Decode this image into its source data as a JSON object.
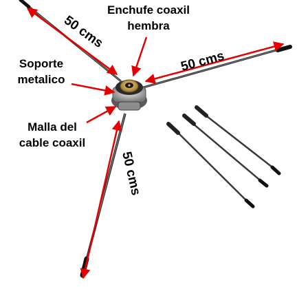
{
  "labels": {
    "connector_line1": "Enchufe coaxil",
    "connector_line2": "hembra",
    "support_line1": "Soporte",
    "support_line2": "metalico",
    "shield_line1": "Malla del",
    "shield_line2": "cable coaxil",
    "length_upper_left": "50 cms",
    "length_right": "50 cms",
    "length_lower": "50 cms"
  },
  "colors": {
    "arrow": "#e60000",
    "rod": "#3a3a3a",
    "metal": "#b8b8b8",
    "background": "#ffffff"
  },
  "icons": {
    "hub": "coaxial-connector-icon",
    "spare_rods": "antenna-rod-icon"
  }
}
